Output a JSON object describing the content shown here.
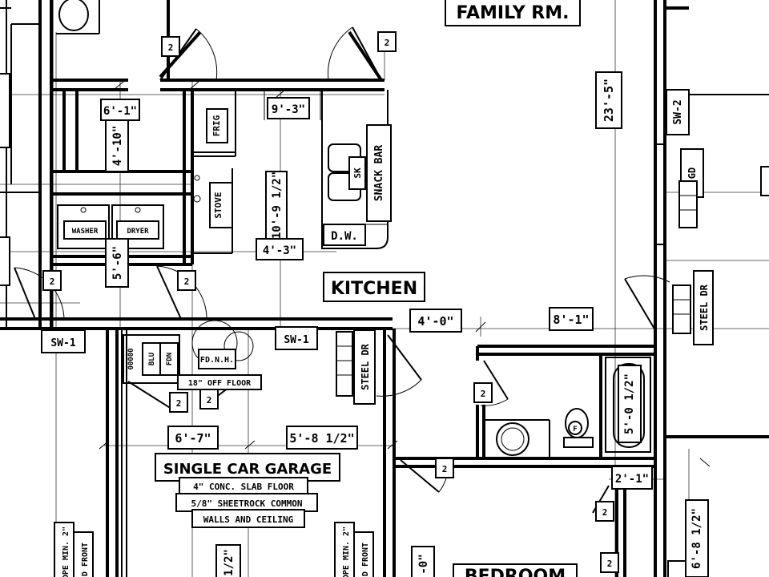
{
  "rooms": {
    "family": "FAMILY RM.",
    "kitchen": "KITCHEN",
    "garage": "SINGLE CAR GARAGE",
    "bedroom": "BEDROOM"
  },
  "garage_notes": [
    "4\" CONC. SLAB FLOOR",
    "5/8\" SHEETROCK COMMON",
    "WALLS AND CEILING"
  ],
  "fixtures": {
    "frig": "FRIG",
    "stove": "STOVE",
    "dw": "D.W.",
    "snack_bar": "SNACK BAR",
    "sk": "SK",
    "washer": "WASHER",
    "dryer": "DRYER",
    "blu": "BLU",
    "fdn": "FDN",
    "fdn_h": "FD.N.H.",
    "off_floor": "18\" OFF FLOOR",
    "gd": "GD",
    "f": "F"
  },
  "dimensions": {
    "d_family_h": "23'-5\"",
    "d_6_1": "6'-1\"",
    "d_4_10": "4'-10\"",
    "d_9_3": "9'-3\"",
    "d_10_9": "10'-9 1/2\"",
    "d_4_3": "4'-3\"",
    "d_5_6": "5'-6\"",
    "d_4_0": "4'-0\"",
    "d_8_1": "8'-1\"",
    "d_6_7": "6'-7\"",
    "d_5_8": "5'-8 1/2\"",
    "d_5_0": "5'-0 1/2\"",
    "d_2_1": "2'-1\"",
    "d_6_8": "6'-8 1/2\"",
    "d_bottom_a": "1/2\"",
    "d_bottom_b": "-0\""
  },
  "walls": {
    "sw1_a": "SW-1",
    "sw1_b": "SW-1",
    "sw2": "SW-2",
    "steel_dr_a": "STEEL DR",
    "steel_dr_b": "STEEL DR",
    "slope_a": "OPE MIN. 2\"",
    "slope_b": "D FRONT",
    "slope_c": "OPE MIN. 2\"",
    "slope_d": "D FRONT"
  },
  "door_tags": [
    "2",
    "2",
    "2",
    "2",
    "2",
    "2",
    "2",
    "2",
    "2",
    "2"
  ]
}
